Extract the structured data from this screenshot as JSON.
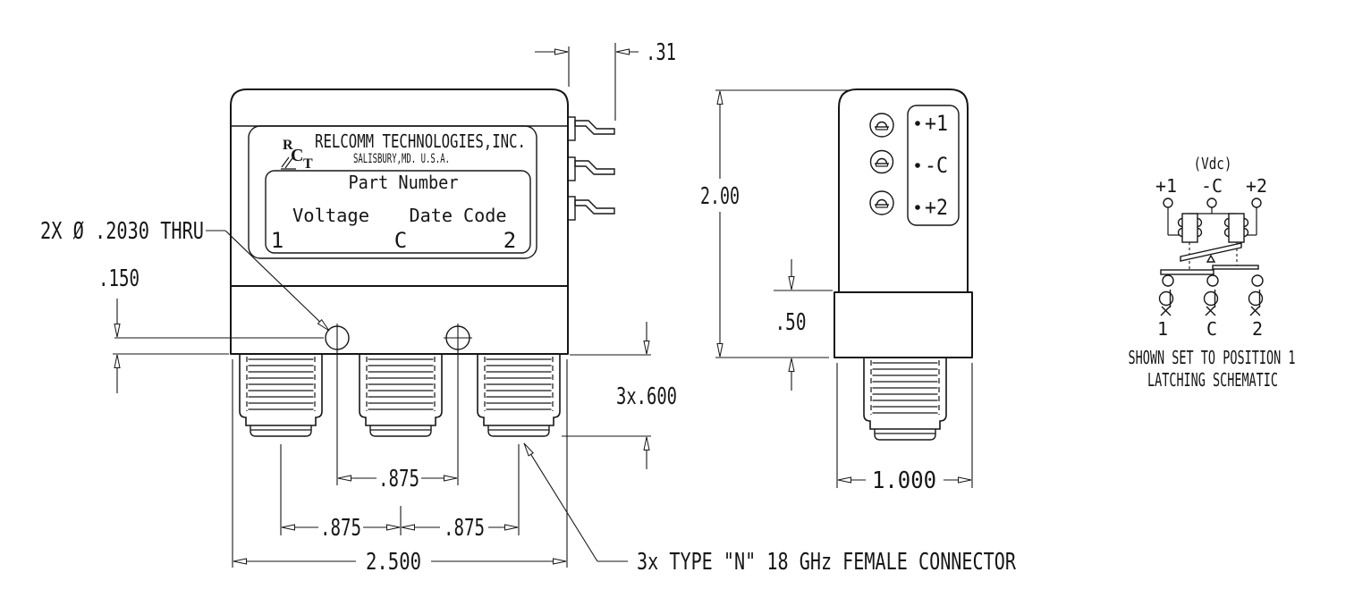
{
  "front_view": {
    "label": {
      "logo_r": "R",
      "logo_c": "C",
      "logo_t": "T",
      "company": "RELCOMM TECHNOLOGIES,INC.",
      "address": "SALISBURY,MD. U.S.A.",
      "part_number": "Part Number",
      "voltage": "Voltage",
      "date_code": "Date Code",
      "pos_left": "1",
      "pos_center": "C",
      "pos_right": "2"
    },
    "dims": {
      "holes_note": "2X Ø .2030 THRU",
      "hole_height": ".150",
      "hole_spacing": ".875",
      "conn_spacing_left": ".875",
      "conn_spacing_right": ".875",
      "overall_width": "2.500",
      "conn_length": "3x.600",
      "lug_offset": ".31"
    },
    "connector_note": "3x TYPE \"N\" 18 GHz FEMALE CONNECTOR"
  },
  "side_view": {
    "dims": {
      "height": "2.00",
      "base_height": ".50",
      "base_width": "1.000"
    },
    "terminals": {
      "t1": "+1",
      "tc": "-C",
      "t2": "+2"
    }
  },
  "schematic": {
    "vdc": "(Vdc)",
    "in1": "+1",
    "inc": "-C",
    "in2": "+2",
    "out1": "1",
    "outc": "C",
    "out2": "2",
    "caption1": "SHOWN SET TO POSITION 1",
    "caption2": "LATCHING SCHEMATIC"
  }
}
